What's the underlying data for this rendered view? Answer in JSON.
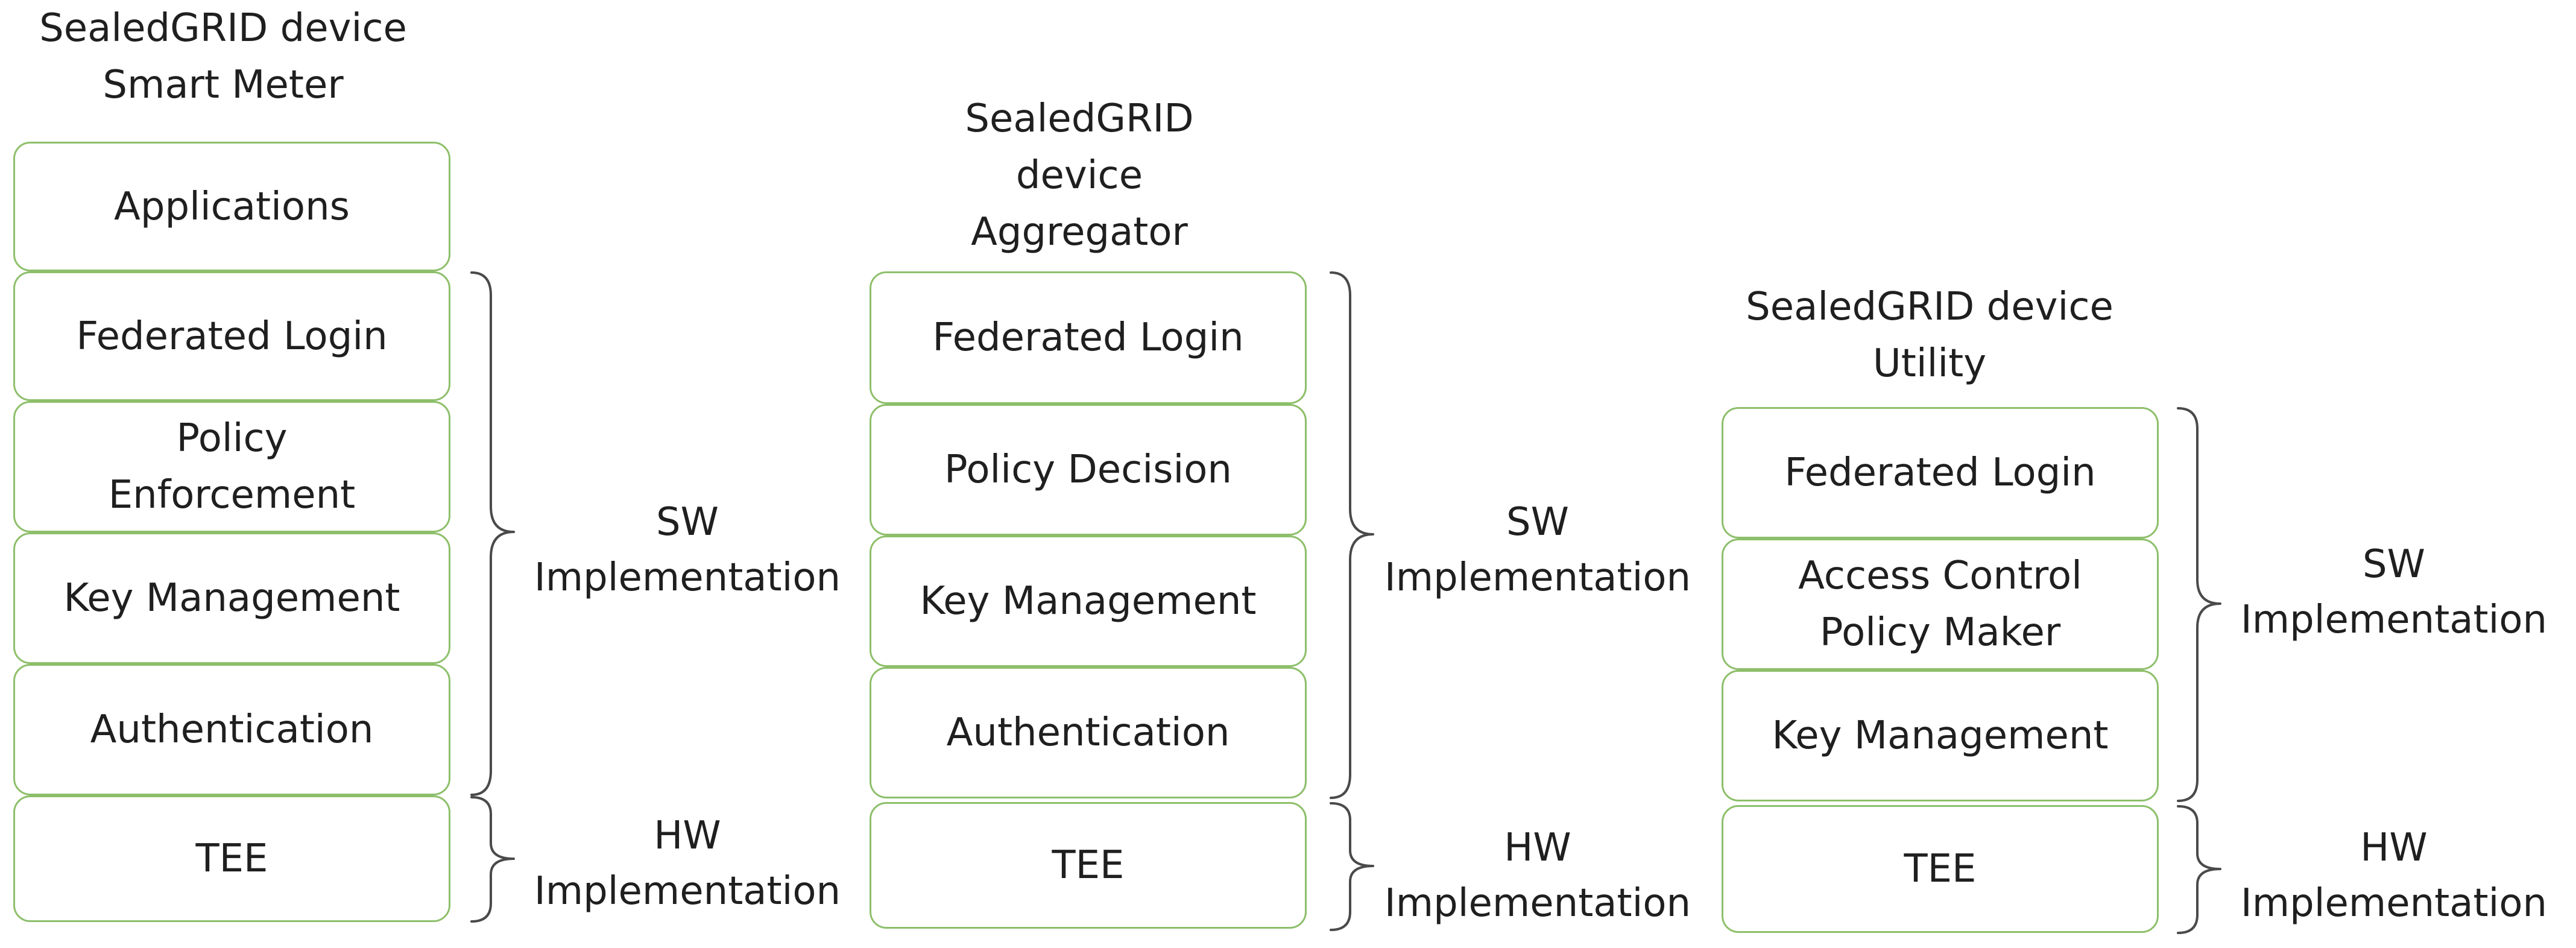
{
  "columns": [
    {
      "id": "smart-meter",
      "title_lines": [
        "SealedGRID device",
        "Smart Meter"
      ],
      "boxes": [
        {
          "lines": [
            "Applications"
          ]
        },
        {
          "lines": [
            "Federated Login"
          ]
        },
        {
          "lines": [
            "Policy",
            "Enforcement"
          ]
        },
        {
          "lines": [
            "Key Management"
          ]
        },
        {
          "lines": [
            "Authentication"
          ]
        },
        {
          "lines": [
            "TEE"
          ]
        }
      ],
      "sw_label": [
        "SW",
        "Implementation"
      ],
      "hw_label": [
        "HW",
        "Implementation"
      ]
    },
    {
      "id": "aggregator",
      "title_lines": [
        "SealedGRID",
        "device",
        "Aggregator"
      ],
      "boxes": [
        {
          "lines": [
            "Federated Login"
          ]
        },
        {
          "lines": [
            "Policy Decision"
          ]
        },
        {
          "lines": [
            "Key Management"
          ]
        },
        {
          "lines": [
            "Authentication"
          ]
        },
        {
          "lines": [
            "TEE"
          ]
        }
      ],
      "sw_label": [
        "SW",
        "Implementation"
      ],
      "hw_label": [
        "HW",
        "Implementation"
      ]
    },
    {
      "id": "utility",
      "title_lines": [
        "SealedGRID device",
        "Utility"
      ],
      "boxes": [
        {
          "lines": [
            "Federated Login"
          ]
        },
        {
          "lines": [
            "Access Control",
            "Policy Maker"
          ]
        },
        {
          "lines": [
            "Key Management"
          ]
        },
        {
          "lines": [
            "TEE"
          ]
        }
      ],
      "sw_label": [
        "SW",
        "Implementation"
      ],
      "hw_label": [
        "HW",
        "Implementation"
      ]
    }
  ],
  "colors": {
    "box_border": "#8dbf6a",
    "text": "#1f1f1f",
    "brace": "#4a4a4a"
  }
}
